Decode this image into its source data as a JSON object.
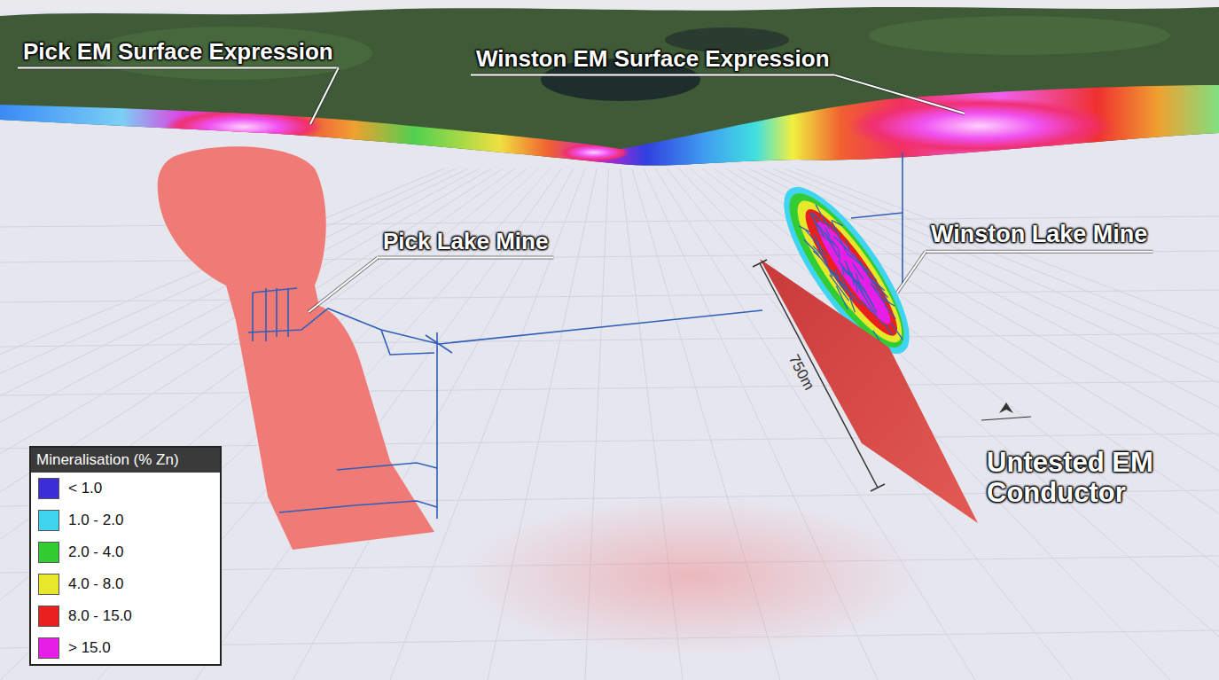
{
  "diagram": {
    "labels": [
      "Pick EM Surface Expression",
      "Winston EM Surface Expression",
      "Pick Lake Mine",
      "Winston Lake Mine",
      "750m",
      "Untested EM Conductor",
      "Mineralisation (% Zn)"
    ],
    "legend": [
      {
        "text": "< 1.0",
        "color": "#3a2fd6"
      },
      {
        "text": "1.0 - 2.0",
        "color": "#3fd4f0"
      },
      {
        "text": "2.0 - 4.0",
        "color": "#33cc33"
      },
      {
        "text": "4.0 - 8.0",
        "color": "#e8e82a"
      },
      {
        "text": "8.0 - 15.0",
        "color": "#e8201e"
      },
      {
        "text": "> 15.0",
        "color": "#e61ee6"
      }
    ]
  }
}
